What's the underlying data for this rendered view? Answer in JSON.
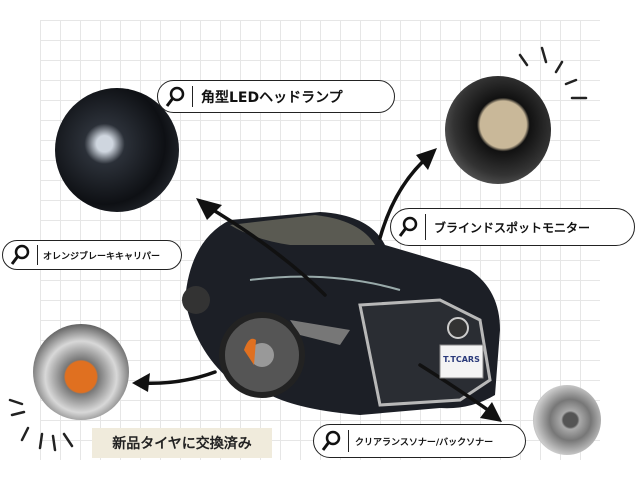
{
  "labels": {
    "headlamp": "角型LEDヘッドランプ",
    "blind_spot": "ブラインドスポットモニター",
    "caliper": "オレンジブレーキキャリパー",
    "sonar": "クリアランスソナー/バックソナー"
  },
  "badge": "新品タイヤに交換済み",
  "plate": "T.TCARS",
  "icons": {
    "label_icon": "magnifier-icon"
  },
  "colors": {
    "caliper": "#e07020",
    "badge_bg": "#f0ebdc",
    "car": "#1c1f26"
  }
}
